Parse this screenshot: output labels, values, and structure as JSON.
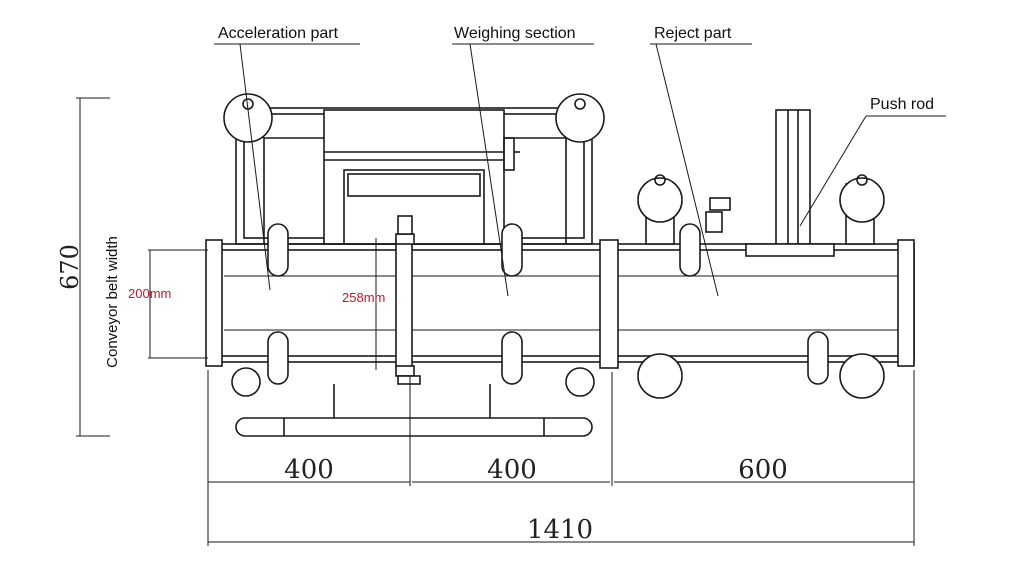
{
  "labels": {
    "acceleration": "Acceleration part",
    "weighing": "Weighing section",
    "reject": "Reject part",
    "push_rod": "Push rod",
    "belt_width": "Conveyor belt width",
    "dim_200": "200mm",
    "dim_258": "258mm"
  },
  "dimensions": {
    "height": "670",
    "seg1": "400",
    "seg2": "400",
    "seg3": "600",
    "total": "1410"
  }
}
